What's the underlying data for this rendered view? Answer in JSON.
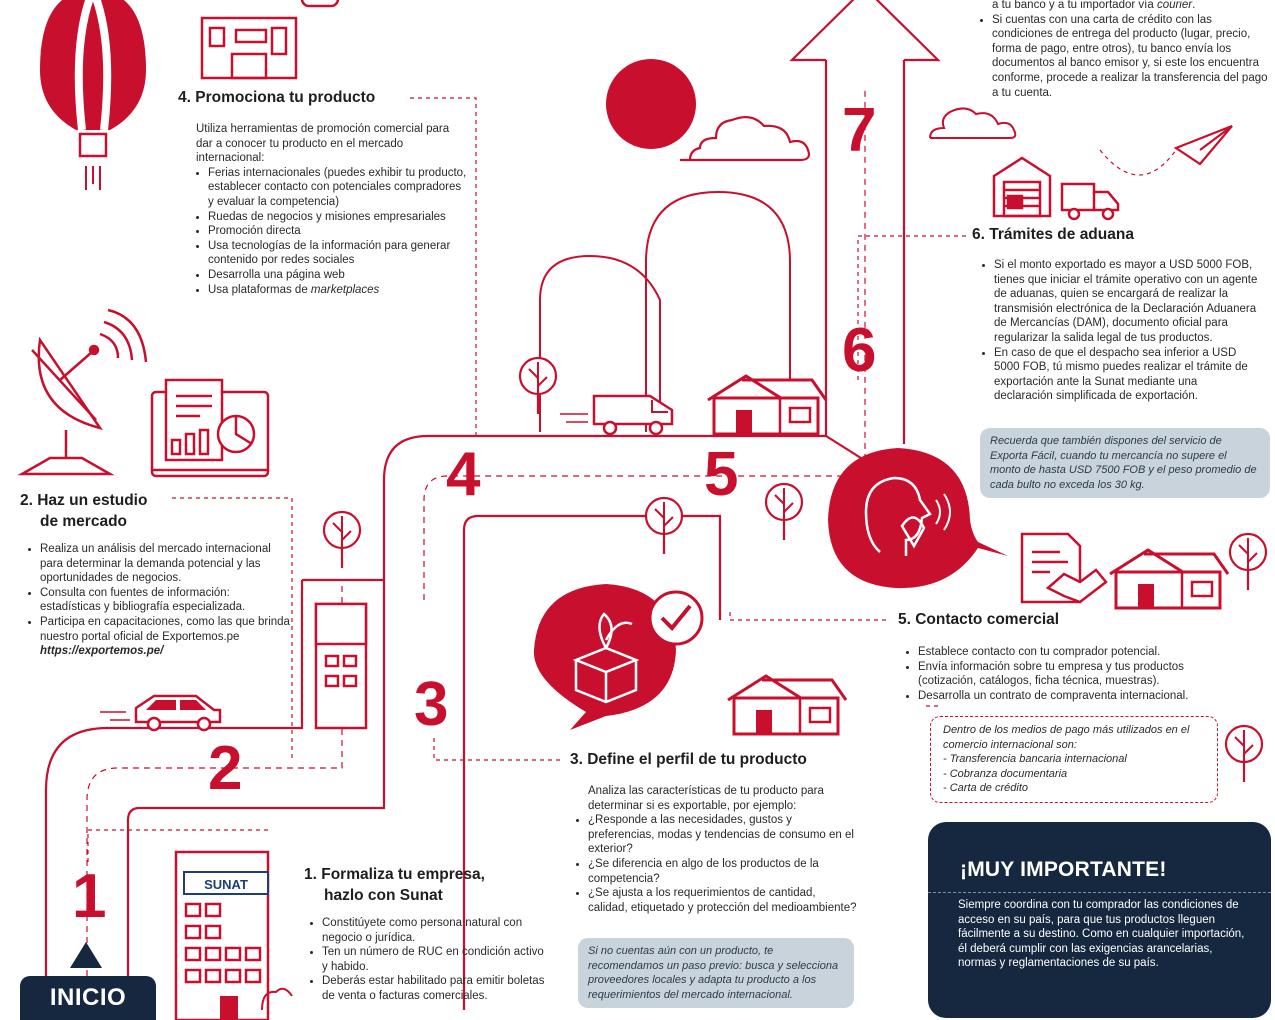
{
  "colors": {
    "accent": "#c8102e",
    "navy": "#15283f",
    "note_bg": "#c9d3dc"
  },
  "icons": [
    "hot-air-balloon-icon",
    "building-icon",
    "satellite-dish-icon",
    "monitor-chart-icon",
    "car-icon",
    "sunat-building-icon",
    "product-box-icon",
    "checkmark-icon",
    "van-icon",
    "house-icon",
    "phone-call-person-icon",
    "contract-handshake-icon",
    "warehouse-icon",
    "truck-icon",
    "paper-plane-icon",
    "cloud-icon",
    "sun-icon",
    "tree-icon",
    "arrow-up-icon"
  ],
  "path_numbers": [
    "1",
    "2",
    "3",
    "4",
    "5",
    "6",
    "7"
  ],
  "start_label": "INICIO",
  "step1": {
    "title_a": "1. Formaliza tu empresa,",
    "title_b": "hazlo con Sunat",
    "items": [
      "Constitúyete como persona natural con negocio o jurídica.",
      "Ten un número de RUC en condición activo y habido.",
      "Deberás estar habilitado para emitir boletas de venta o facturas comerciales."
    ]
  },
  "step2": {
    "title_a": "2. Haz un estudio",
    "title_b": "de mercado",
    "items": [
      "Realiza un análisis del mercado internacional para determinar la demanda potencial y las oportunidades de negocios.",
      "Consulta con fuentes de información: estadísticas y bibliografía especializada.",
      "Participa en capacitaciones, como las que brinda nuestro portal oficial de Exportemos.pe"
    ],
    "link": "https://exportemos.pe/"
  },
  "step3": {
    "title": "3. Define el perfil de tu producto",
    "intro": "Analiza las características de tu producto para determinar si es exportable, por ejemplo:",
    "items": [
      "¿Responde a las necesidades, gustos y preferencias, modas y tendencias de consumo en el exterior?",
      "¿Se diferencia en algo de los productos de la competencia?",
      "¿Se ajusta a los requerimientos de cantidad, calidad, etiquetado y protección del medioambiente?"
    ],
    "note": "Si no cuentas aún con un producto, te recomendamos un paso previo: busca y selecciona proveedores locales y adapta tu producto a los requerimientos del mercado internacional."
  },
  "step4": {
    "title": "4. Promociona tu producto",
    "intro": "Utiliza herramientas de promoción comercial para dar a conocer tu producto en el mercado internacional:",
    "items": [
      "Ferias internacionales (puedes exhibir tu producto, establecer contacto con potenciales compradores y evaluar la competencia)",
      "Ruedas de negocios y misiones empresariales",
      "Promoción directa",
      "Usa tecnologías de la información para generar contenido por redes sociales",
      "Desarrolla una página web"
    ],
    "last_item_a": "Usa plataformas de ",
    "last_item_b": "marketplaces"
  },
  "step5": {
    "title": "5. Contacto comercial",
    "items": [
      "Establece contacto con tu comprador potencial.",
      "Envía información sobre tu empresa y tus productos (cotización, catálogos, ficha técnica, muestras).",
      "Desarrolla un contrato de compraventa internacional."
    ],
    "payments_intro": "Dentro de los medios de pago más utilizados en el comercio internacional son:",
    "payments": [
      "Transferencia bancaria internacional",
      "Cobranza documentaria",
      "Carta de crédito"
    ]
  },
  "step6": {
    "title": "6. Trámites de aduana",
    "items": [
      "Si el monto exportado es mayor a USD 5000 FOB, tienes que iniciar el trámite operativo con un agente de aduanas, quien se encargará de realizar la transmisión electrónica de la Declaración Aduanera de Mercancías (DAM), documento oficial para regularizar la salida legal de tus productos.",
      "En caso de que el despacho sea inferior a USD 5000 FOB, tú mismo puedes realizar el trámite de exportación ante la Sunat mediante una declaración simplificada de exportación."
    ],
    "note": "Recuerda que también dispones del servicio de Exporta Fácil, cuando tu mercancía no supere el monto de hasta USD 7500 FOB y el peso promedio de cada bulto no exceda los 30 kg."
  },
  "step7": {
    "top_line_a": "a tu banco y a tu importador vía ",
    "top_line_b": "courier",
    "top_line_c": ".",
    "item": "Si cuentas con una carta de crédito con las condiciones de entrega del producto (lugar, precio, forma de pago, entre otros), tu banco envía los documentos al banco emisor y, si este los encuentra conforme, procede a realizar la transferencia del pago a tu cuenta."
  },
  "important": {
    "title": "¡MUY IMPORTANTE!",
    "body": "Siempre coordina con tu comprador las condiciones de acceso en su país, para que tus productos lleguen fácilmente a su destino. Como en cualquier importación, él deberá cumplir con las exigencias arancelarias, normas y reglamentaciones de su país."
  },
  "sunat_logo": "SUNAT"
}
